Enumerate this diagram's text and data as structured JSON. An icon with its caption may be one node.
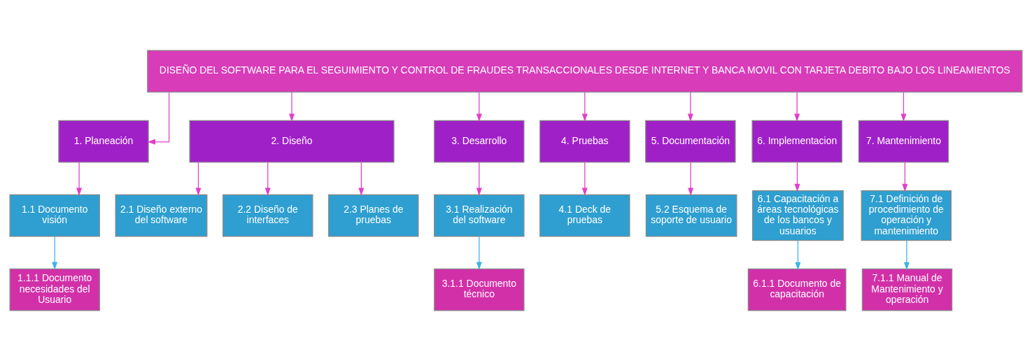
{
  "diagram": {
    "nodes": [
      {
        "text": [
          "DISEÑO DEL SOFTWARE PARA EL SEGUIMIENTO Y CONTROL DE FRAUDES TRANSACCIONALES DESDE INTERNET Y BANCA MOVIL CON TARJETA DEBITO BAJO LOS LINEAMIENTOS"
        ]
      },
      {
        "text": [
          "1. Planeación"
        ]
      },
      {
        "text": [
          "2. Diseño"
        ]
      },
      {
        "text": [
          "3. Desarrollo"
        ]
      },
      {
        "text": [
          "4. Pruebas"
        ]
      },
      {
        "text": [
          "5. Documentación"
        ]
      },
      {
        "text": [
          "6. Implementacion"
        ]
      },
      {
        "text": [
          "7. Mantenimiento"
        ]
      },
      {
        "text": [
          "1.1 Documento visión"
        ]
      },
      {
        "text": [
          "2.1 Diseño externo del software"
        ]
      },
      {
        "text": [
          "2.2 Diseño de interfaces"
        ]
      },
      {
        "text": [
          "2.3 Planes de pruebas"
        ]
      },
      {
        "text": [
          "3.1 Realización del software"
        ]
      },
      {
        "text": [
          "4.1 Deck de pruebas"
        ]
      },
      {
        "text": [
          "5.2 Esquema de soporte de usuario"
        ]
      },
      {
        "text": [
          "6.1 Capacitación a áreas tecnológicas de los bancos y usuarios"
        ]
      },
      {
        "text": [
          "7.1 Definición de procedimiento de operación y mantenimiento"
        ]
      },
      {
        "text": [
          "1.1.1 Documento necesidades del Usuario"
        ]
      },
      {
        "text": [
          "3.1.1 Documento técnico"
        ]
      },
      {
        "text": [
          "6.1.1 Documento de capacitación"
        ]
      },
      {
        "text": [
          "7.1.1 Manual de Mantenimiento y operación"
        ]
      }
    ],
    "edges": [
      {
        "from": 0,
        "to": 1,
        "arrow": "to"
      },
      {
        "from": 0,
        "to": 2,
        "arrow": "to"
      },
      {
        "from": 0,
        "to": 3,
        "arrow": "to"
      },
      {
        "from": 0,
        "to": 4,
        "arrow": "to"
      },
      {
        "from": 0,
        "to": 5,
        "arrow": "to"
      },
      {
        "from": 0,
        "to": 6,
        "arrow": "to"
      },
      {
        "from": 0,
        "to": 7,
        "arrow": "to"
      },
      {
        "from": 1,
        "to": 8,
        "arrow": "to"
      },
      {
        "from": 2,
        "to": 9,
        "arrow": "to"
      },
      {
        "from": 2,
        "to": 10,
        "arrow": "to"
      },
      {
        "from": 2,
        "to": 11,
        "arrow": "to"
      },
      {
        "from": 3,
        "to": 12,
        "arrow": "to"
      },
      {
        "from": 4,
        "to": 13,
        "arrow": "to"
      },
      {
        "from": 5,
        "to": 14,
        "arrow": "to"
      },
      {
        "from": 6,
        "to": 15,
        "arrow": "to"
      },
      {
        "from": 7,
        "to": 16,
        "arrow": "to"
      },
      {
        "from": 8,
        "to": 17,
        "arrow": "to",
        "color": "#3cb4e6"
      },
      {
        "from": 12,
        "to": 18,
        "arrow": "to",
        "color": "#3cb4e6"
      },
      {
        "from": 15,
        "to": 19,
        "arrow": "to",
        "color": "#3cb4e6"
      },
      {
        "from": 16,
        "to": 20,
        "arrow": "to",
        "color": "#3cb4e6"
      }
    ]
  }
}
